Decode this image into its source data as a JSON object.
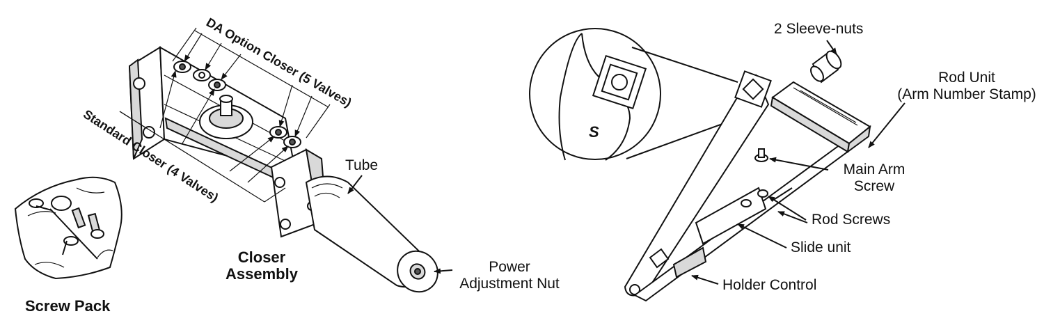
{
  "labels": {
    "screw_pack": "Screw Pack",
    "closer_assembly": [
      "Closer",
      "Assembly"
    ],
    "da_option": "DA Option Closer (5 Valves)",
    "standard_closer": "Standard Closer (4 Valves)",
    "tube": "Tube",
    "power_adjustment_nut": [
      "Power",
      "Adjustment Nut"
    ],
    "sleeve_nuts": "2 Sleeve-nuts",
    "rod_unit": [
      "Rod Unit",
      "(Arm Number Stamp)"
    ],
    "main_arm_screw": [
      "Main Arm",
      "Screw"
    ],
    "rod_screws": "Rod Screws",
    "slide_unit": "Slide unit",
    "holder_control": "Holder Control",
    "stamp_letter": "S"
  },
  "icons": [
    "screw-pack-icon",
    "closer-assembly-icon",
    "arm-assembly-icon",
    "magnifier-detail-icon",
    "sleeve-nut-icon"
  ]
}
